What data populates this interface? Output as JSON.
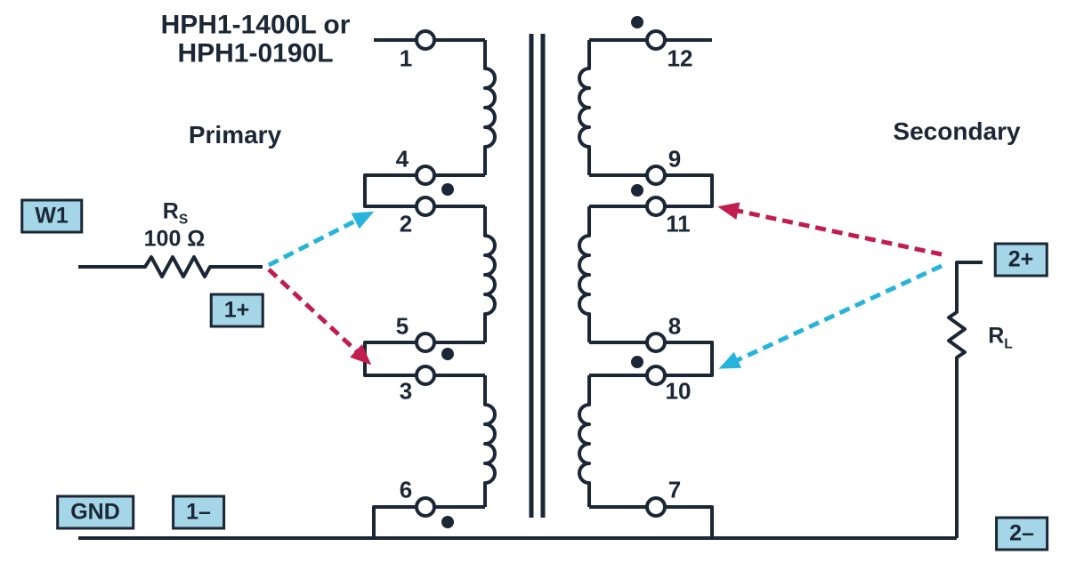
{
  "colors": {
    "ink": "#1b2636",
    "box": "#a5d6e8",
    "cyan": "#27b4dc",
    "red": "#c11d4e",
    "bg": "#ffffff"
  },
  "title": {
    "line1": "HPH1-1400L or",
    "line2": "HPH1-0190L"
  },
  "winding_labels": {
    "primary": "Primary",
    "secondary": "Secondary"
  },
  "connectors": {
    "w1": "W1",
    "gnd": "GND",
    "ch1_plus": "1+",
    "ch1_minus": "1–",
    "ch2_plus": "2+",
    "ch2_minus": "2–"
  },
  "resistors": {
    "rs": {
      "symbol": "R",
      "sub": "S",
      "value": "100 Ω"
    },
    "rl": {
      "symbol": "R",
      "sub": "L"
    }
  },
  "terminals": {
    "primary": [
      "1",
      "4",
      "2",
      "5",
      "3",
      "6"
    ],
    "secondary": [
      "12",
      "9",
      "11",
      "8",
      "10",
      "7"
    ]
  }
}
